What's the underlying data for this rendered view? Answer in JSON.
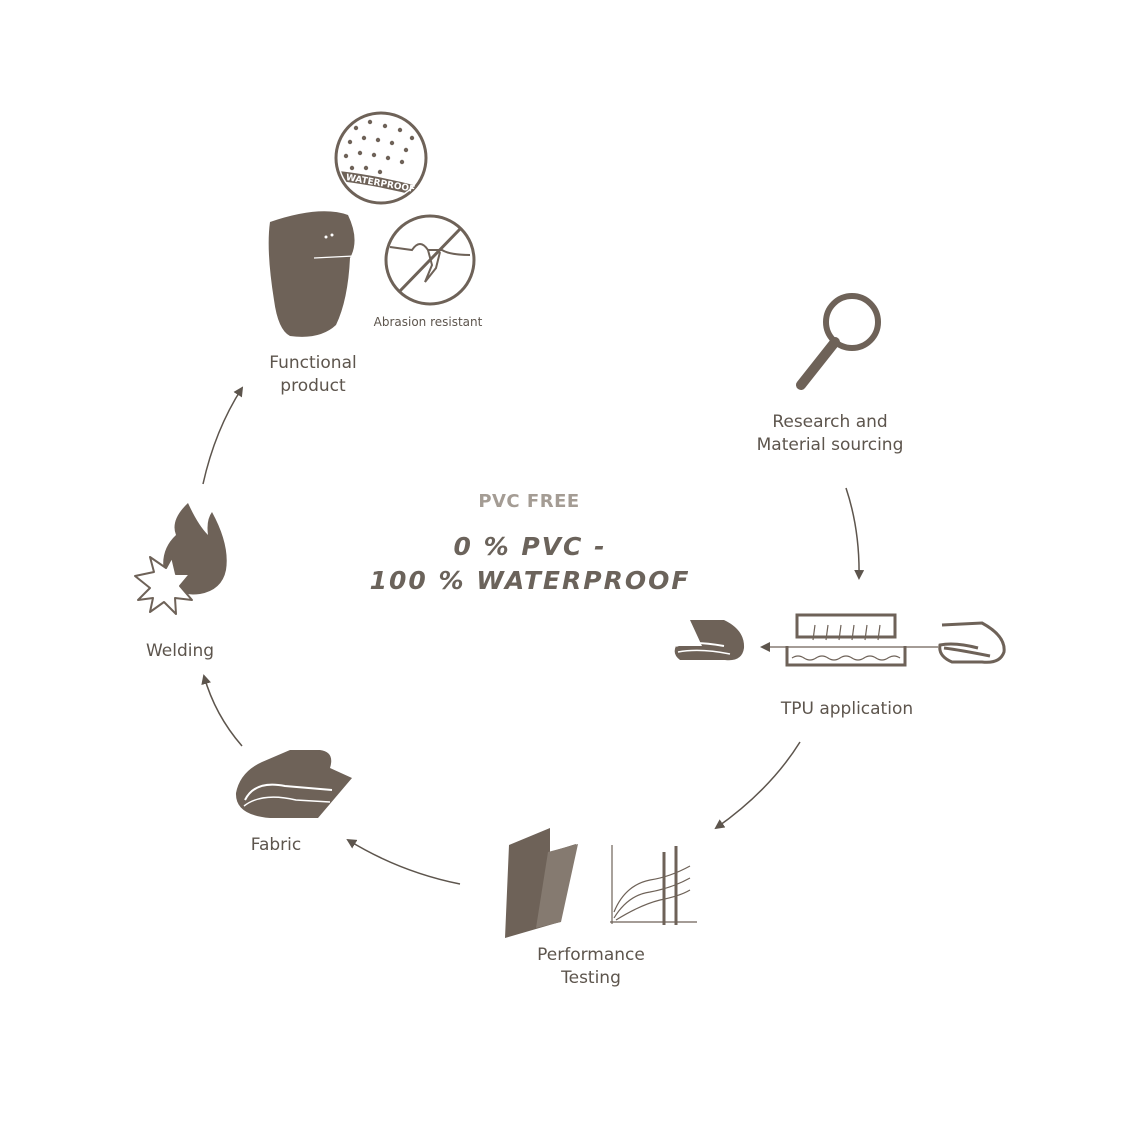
{
  "center": {
    "title": "PVC FREE",
    "line1": "0 % PVC -",
    "line2": "100 % WATERPROOF"
  },
  "steps": {
    "research": {
      "line1": "Research and",
      "line2": "Material sourcing",
      "icon": "magnifier-icon"
    },
    "tpu": {
      "label": "TPU application",
      "icon": "tpu-coating-machine-icon"
    },
    "testing": {
      "line1": "Performance",
      "line2": "Testing",
      "icon": "folder-chart-icon"
    },
    "fabric": {
      "label": "Fabric",
      "icon": "fabric-roll-icon"
    },
    "welding": {
      "label": "Welding",
      "icon": "flame-icon"
    },
    "product": {
      "line1": "Functional",
      "line2": "product",
      "icon": "bag-icon"
    }
  },
  "badges": {
    "waterproof": "WATERPROOF",
    "abrasion": "Abrasion resistant"
  },
  "colors": {
    "icon": "#6e6258",
    "text": "#5d554d",
    "title": "#a49c94"
  }
}
